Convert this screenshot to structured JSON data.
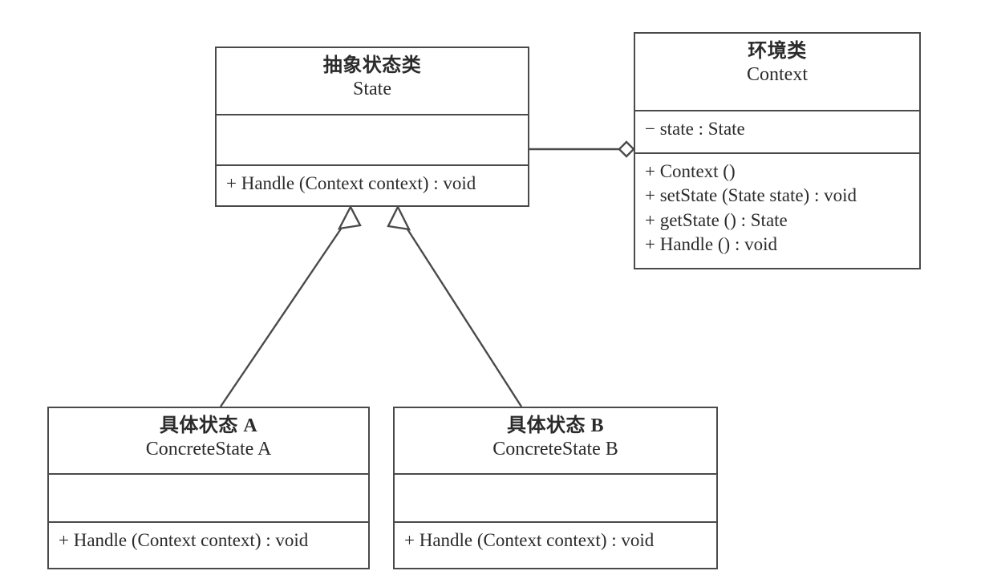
{
  "diagram": {
    "title": "State Pattern UML Class Diagram",
    "type": "uml-class-diagram",
    "background_color": "#ffffff",
    "line_color": "#4a4a4a",
    "text_color": "#2b2b2b"
  },
  "classes": {
    "state": {
      "name_cn": "抽象状态类",
      "name_en": "State",
      "attributes": [],
      "methods": [
        "+ Handle (Context context) : void"
      ]
    },
    "context": {
      "name_cn": "环境类",
      "name_en": "Context",
      "attributes": [
        "− state : State"
      ],
      "methods": [
        "+ Context ()",
        "+ setState (State state) : void",
        "+ getState () : State",
        "+ Handle () : void"
      ]
    },
    "concrete_state_a": {
      "name_cn": "具体状态 A",
      "name_en": "ConcreteState A",
      "attributes": [],
      "methods": [
        "+ Handle (Context context) : void"
      ]
    },
    "concrete_state_b": {
      "name_cn": "具体状态 B",
      "name_en": "ConcreteState B",
      "attributes": [],
      "methods": [
        "+ Handle (Context context) : void"
      ]
    }
  },
  "relationships": [
    {
      "kind": "aggregation",
      "from": "context",
      "to": "state",
      "marker": "hollow-diamond",
      "marker_side": "context"
    },
    {
      "kind": "generalization",
      "from": "concrete_state_a",
      "to": "state",
      "marker": "hollow-triangle",
      "marker_side": "state"
    },
    {
      "kind": "generalization",
      "from": "concrete_state_b",
      "to": "state",
      "marker": "hollow-triangle",
      "marker_side": "state"
    }
  ]
}
